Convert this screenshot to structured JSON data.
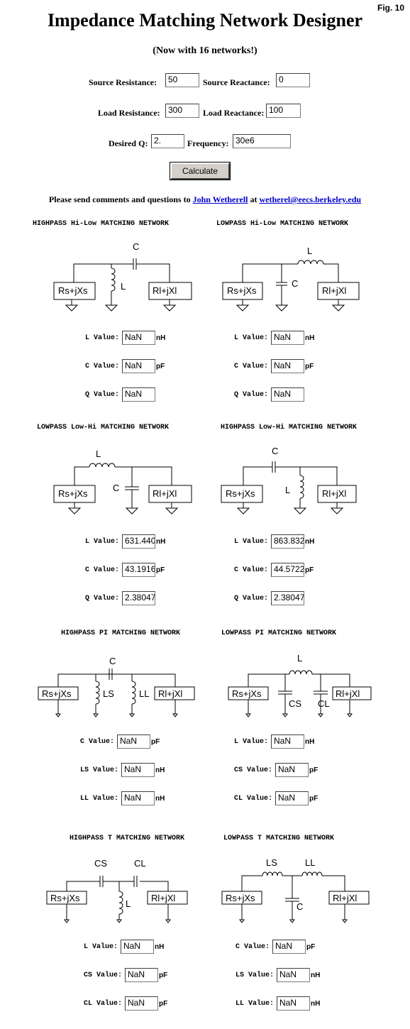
{
  "fig_label": "Fig. 10",
  "title": "Impedance Matching Network Designer",
  "subtitle": "(Now with 16 networks!)",
  "inputs": {
    "source_resistance": {
      "label": "Source Resistance:",
      "value": "50"
    },
    "source_reactance": {
      "label": "Source Reactance:",
      "value": "0"
    },
    "load_resistance": {
      "label": "Load Resistance:",
      "value": "300"
    },
    "load_reactance": {
      "label": "Load Reactance:",
      "value": "100"
    },
    "desired_q": {
      "label": "Desired Q:",
      "value": "2."
    },
    "frequency": {
      "label": "Frequency:",
      "value": "30e6"
    }
  },
  "calculate_label": "Calculate",
  "contact": {
    "prefix": "Please send comments and questions to",
    "name": "John Wetherell",
    "at": "at",
    "email": "wetherel@eecs.berkeley.edu"
  },
  "diagram_labels": {
    "source": "Rs+jXs",
    "load": "Rl+jXl",
    "L": "L",
    "C": "C",
    "LS": "LS",
    "LL": "LL",
    "CS": "CS",
    "CL": "CL"
  },
  "units": {
    "nH": "nH",
    "pF": "pF"
  },
  "networks": {
    "highpass_hilow": {
      "title": "HIGHPASS Hi-Low MATCHING NETWORK",
      "rows": [
        {
          "label": "L Value:",
          "value": "NaN",
          "unit": "nH"
        },
        {
          "label": "C Value:",
          "value": "NaN",
          "unit": "pF"
        },
        {
          "label": "Q Value:",
          "value": "NaN",
          "unit": ""
        }
      ]
    },
    "lowpass_hilow": {
      "title": "LOWPASS Hi-Low MATCHING NETWORK",
      "rows": [
        {
          "label": "L Value:",
          "value": "NaN",
          "unit": "nH"
        },
        {
          "label": "C Value:",
          "value": "NaN",
          "unit": "pF"
        },
        {
          "label": "Q Value:",
          "value": "NaN",
          "unit": ""
        }
      ]
    },
    "lowpass_lowhi": {
      "title": "LOWPASS Low-Hi MATCHING NETWORK",
      "rows": [
        {
          "label": "L Value:",
          "value": "631.440",
          "unit": "nH"
        },
        {
          "label": "C Value:",
          "value": "43.1916",
          "unit": "pF"
        },
        {
          "label": "Q Value:",
          "value": "2.38047",
          "unit": ""
        }
      ]
    },
    "highpass_lowhi": {
      "title": "HIGHPASS Low-Hi MATCHING NETWORK",
      "rows": [
        {
          "label": "L Value:",
          "value": "863.832",
          "unit": "nH"
        },
        {
          "label": "C Value:",
          "value": "44.5722",
          "unit": "pF"
        },
        {
          "label": "Q Value:",
          "value": "2.38047",
          "unit": ""
        }
      ]
    },
    "highpass_pi": {
      "title": "HIGHPASS PI MATCHING NETWORK",
      "rows": [
        {
          "label": "C Value:",
          "value": "NaN",
          "unit": "pF"
        },
        {
          "label": "LS Value:",
          "value": "NaN",
          "unit": "nH"
        },
        {
          "label": "LL Value:",
          "value": "NaN",
          "unit": "nH"
        }
      ]
    },
    "lowpass_pi": {
      "title": "LOWPASS PI MATCHING NETWORK",
      "rows": [
        {
          "label": "L Value:",
          "value": "NaN",
          "unit": "nH"
        },
        {
          "label": "CS Value:",
          "value": "NaN",
          "unit": "pF"
        },
        {
          "label": "CL Value:",
          "value": "NaN",
          "unit": "pF"
        }
      ]
    },
    "highpass_t": {
      "title": "HIGHPASS T MATCHING NETWORK",
      "rows": [
        {
          "label": "L Value:",
          "value": "NaN",
          "unit": "nH"
        },
        {
          "label": "CS Value:",
          "value": "NaN",
          "unit": "pF"
        },
        {
          "label": "CL Value:",
          "value": "NaN",
          "unit": "pF"
        }
      ]
    },
    "lowpass_t": {
      "title": "LOWPASS T MATCHING NETWORK",
      "rows": [
        {
          "label": "C Value:",
          "value": "NaN",
          "unit": "pF"
        },
        {
          "label": "LS Value:",
          "value": "NaN",
          "unit": "nH"
        },
        {
          "label": "LL Value:",
          "value": "NaN",
          "unit": "nH"
        }
      ]
    }
  }
}
